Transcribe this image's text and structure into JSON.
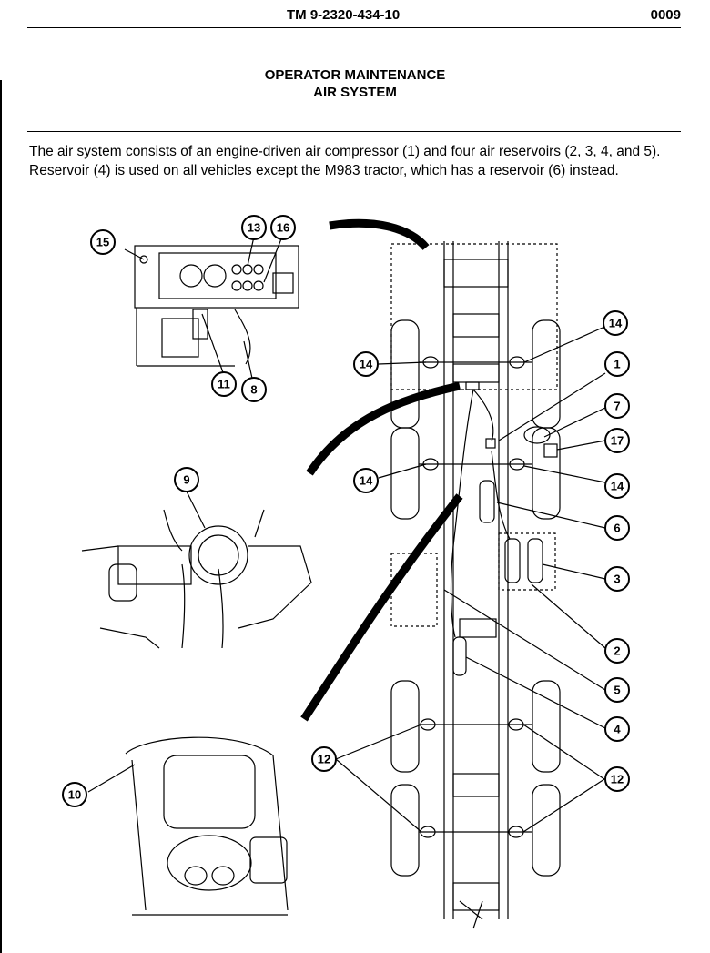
{
  "header": {
    "document_number": "TM 9-2320-434-10",
    "page_number": "0009"
  },
  "title": {
    "line1": "OPERATOR MAINTENANCE",
    "line2": "AIR SYSTEM"
  },
  "intro_text": "The air system consists of an engine-driven air compressor (1) and four air reservoirs (2, 3, 4, and 5). Reservoir (4) is used on all vehicles except the M983 tractor, which has a reservoir (6) instead.",
  "callouts": {
    "c1": "1",
    "c2": "2",
    "c3": "3",
    "c4": "4",
    "c5": "5",
    "c6": "6",
    "c7": "7",
    "c8": "8",
    "c9": "9",
    "c10": "10",
    "c11": "11",
    "c12a": "12",
    "c12b": "12",
    "c13": "13",
    "c14a": "14",
    "c14b": "14",
    "c14c": "14",
    "c14d": "14",
    "c15": "15",
    "c16": "16",
    "c17": "17"
  }
}
